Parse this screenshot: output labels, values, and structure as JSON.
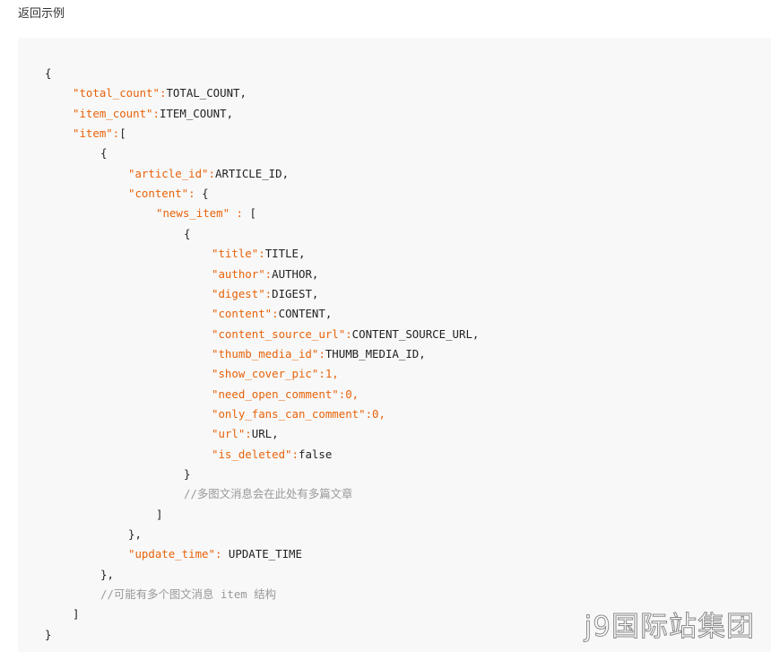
{
  "heading": "返回示例",
  "code": [
    {
      "indent": 0,
      "parts": [
        {
          "t": "p",
          "s": "{"
        }
      ]
    },
    {
      "indent": 1,
      "parts": [
        {
          "t": "k",
          "s": "\"total_count\":"
        },
        {
          "t": "p",
          "s": "TOTAL_COUNT,"
        }
      ]
    },
    {
      "indent": 1,
      "parts": [
        {
          "t": "k",
          "s": "\"item_count\":"
        },
        {
          "t": "p",
          "s": "ITEM_COUNT,"
        }
      ]
    },
    {
      "indent": 1,
      "parts": [
        {
          "t": "k",
          "s": "\"item\":"
        },
        {
          "t": "p",
          "s": "["
        }
      ]
    },
    {
      "indent": 2,
      "parts": [
        {
          "t": "p",
          "s": "{"
        }
      ]
    },
    {
      "indent": 3,
      "parts": [
        {
          "t": "k",
          "s": "\"article_id\":"
        },
        {
          "t": "p",
          "s": "ARTICLE_ID,"
        }
      ]
    },
    {
      "indent": 3,
      "parts": [
        {
          "t": "k",
          "s": "\"content\":"
        },
        {
          "t": "p",
          "s": " {"
        }
      ]
    },
    {
      "indent": 4,
      "parts": [
        {
          "t": "k",
          "s": "\"news_item\" : "
        },
        {
          "t": "p",
          "s": "["
        }
      ]
    },
    {
      "indent": 5,
      "parts": [
        {
          "t": "p",
          "s": "{"
        }
      ]
    },
    {
      "indent": 6,
      "parts": [
        {
          "t": "k",
          "s": "\"title\":"
        },
        {
          "t": "p",
          "s": "TITLE,"
        }
      ]
    },
    {
      "indent": 6,
      "parts": [
        {
          "t": "k",
          "s": "\"author\":"
        },
        {
          "t": "p",
          "s": "AUTHOR,"
        }
      ]
    },
    {
      "indent": 6,
      "parts": [
        {
          "t": "k",
          "s": "\"digest\":"
        },
        {
          "t": "p",
          "s": "DIGEST,"
        }
      ]
    },
    {
      "indent": 6,
      "parts": [
        {
          "t": "k",
          "s": "\"content\":"
        },
        {
          "t": "p",
          "s": "CONTENT,"
        }
      ]
    },
    {
      "indent": 6,
      "parts": [
        {
          "t": "k",
          "s": "\"content_source_url\":"
        },
        {
          "t": "p",
          "s": "CONTENT_SOURCE_URL,"
        }
      ]
    },
    {
      "indent": 6,
      "parts": [
        {
          "t": "k",
          "s": "\"thumb_media_id\":"
        },
        {
          "t": "p",
          "s": "THUMB_MEDIA_ID,"
        }
      ]
    },
    {
      "indent": 6,
      "parts": [
        {
          "t": "k",
          "s": "\"show_cover_pic\":1,"
        }
      ]
    },
    {
      "indent": 6,
      "parts": [
        {
          "t": "k",
          "s": "\"need_open_comment\":0,"
        }
      ]
    },
    {
      "indent": 6,
      "parts": [
        {
          "t": "k",
          "s": "\"only_fans_can_comment\":0,"
        }
      ]
    },
    {
      "indent": 6,
      "parts": [
        {
          "t": "k",
          "s": "\"url\":"
        },
        {
          "t": "p",
          "s": "URL,"
        }
      ]
    },
    {
      "indent": 6,
      "parts": [
        {
          "t": "k",
          "s": "\"is_deleted\":"
        },
        {
          "t": "p",
          "s": "false"
        }
      ]
    },
    {
      "indent": 5,
      "parts": [
        {
          "t": "p",
          "s": "}"
        }
      ]
    },
    {
      "indent": 5,
      "parts": [
        {
          "t": "c",
          "s": "//多图文消息会在此处有多篇文章"
        }
      ]
    },
    {
      "indent": 4,
      "parts": [
        {
          "t": "p",
          "s": "]"
        }
      ]
    },
    {
      "indent": 3,
      "parts": [
        {
          "t": "p",
          "s": "},"
        }
      ]
    },
    {
      "indent": 3,
      "parts": [
        {
          "t": "k",
          "s": "\"update_time\": "
        },
        {
          "t": "p",
          "s": "UPDATE_TIME"
        }
      ]
    },
    {
      "indent": 2,
      "parts": [
        {
          "t": "p",
          "s": "},"
        }
      ]
    },
    {
      "indent": 2,
      "parts": [
        {
          "t": "c",
          "s": "//可能有多个图文消息 item 结构"
        }
      ]
    },
    {
      "indent": 1,
      "parts": [
        {
          "t": "p",
          "s": "]"
        }
      ]
    },
    {
      "indent": 0,
      "parts": [
        {
          "t": "p",
          "s": "}"
        }
      ]
    }
  ],
  "watermark": "j9国际站集团",
  "colors": {
    "key": "#e8630a",
    "plain": "#222222",
    "comment": "#999999",
    "code_background": "#f8f8f8"
  }
}
